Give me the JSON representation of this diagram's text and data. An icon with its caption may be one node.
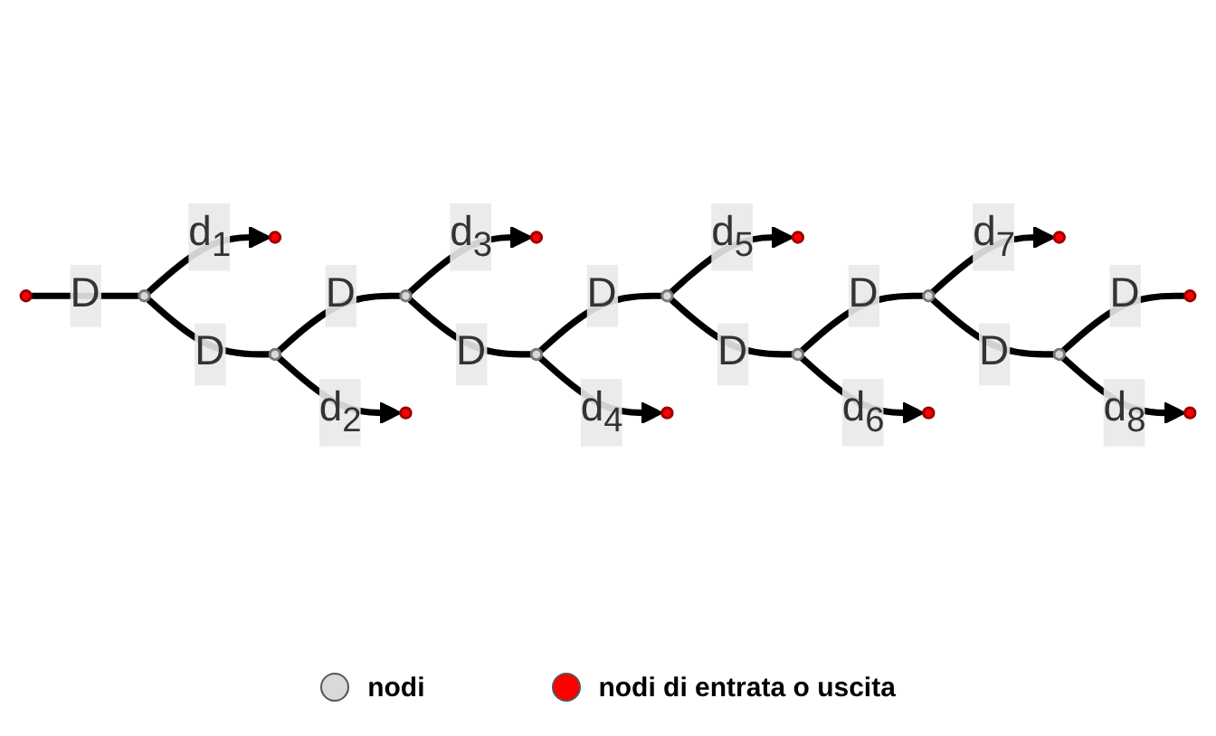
{
  "diagram": {
    "nodes": [
      {
        "text": [],
        "shape": "circle"
      },
      {
        "text": [],
        "shape": "circle"
      },
      {
        "text": [],
        "shape": "circle"
      },
      {
        "text": [],
        "shape": "circle"
      },
      {
        "text": [],
        "shape": "circle"
      },
      {
        "text": [],
        "shape": "circle"
      },
      {
        "text": [],
        "shape": "circle"
      },
      {
        "text": [],
        "shape": "circle"
      },
      {
        "text": [],
        "shape": "circle"
      },
      {
        "text": [],
        "shape": "circle"
      },
      {
        "text": [],
        "shape": "circle"
      },
      {
        "text": [],
        "shape": "circle"
      },
      {
        "text": [],
        "shape": "circle"
      },
      {
        "text": [],
        "shape": "circle"
      },
      {
        "text": [],
        "shape": "circle"
      },
      {
        "text": [],
        "shape": "circle"
      },
      {
        "text": [],
        "shape": "circle"
      },
      {
        "text": [],
        "shape": "circle"
      }
    ],
    "edges": [
      {
        "from": 4,
        "to": 5,
        "arrow": "none",
        "label": "D"
      },
      {
        "from": 5,
        "to": 6,
        "arrow": "none",
        "label": "D"
      },
      {
        "from": 6,
        "to": 7,
        "arrow": "none",
        "label": "D"
      },
      {
        "from": 7,
        "to": 8,
        "arrow": "none",
        "label": "D"
      },
      {
        "from": 8,
        "to": 9,
        "arrow": "none",
        "label": "D"
      },
      {
        "from": 9,
        "to": 10,
        "arrow": "none",
        "label": "D"
      },
      {
        "from": 10,
        "to": 11,
        "arrow": "none",
        "label": "D"
      },
      {
        "from": 11,
        "to": 12,
        "arrow": "none",
        "label": "D"
      },
      {
        "from": 12,
        "to": 13,
        "arrow": "none",
        "label": "D"
      },
      {
        "from": 5,
        "to": 0,
        "arrow": "to",
        "label": "d$_{1}$"
      },
      {
        "from": 6,
        "to": 14,
        "arrow": "to",
        "label": "d$_{2}$"
      },
      {
        "from": 7,
        "to": 1,
        "arrow": "to",
        "label": "d$_{3}$"
      },
      {
        "from": 8,
        "to": 15,
        "arrow": "to",
        "label": "d$_{4}$"
      },
      {
        "from": 9,
        "to": 2,
        "arrow": "to",
        "label": "d$_{5}$"
      },
      {
        "from": 10,
        "to": 16,
        "arrow": "to",
        "label": "d$_{6}$"
      },
      {
        "from": 11,
        "to": 3,
        "arrow": "to",
        "label": "d$_{7}$"
      },
      {
        "from": 12,
        "to": 17,
        "arrow": "to",
        "label": "d$_{8}$"
      }
    ],
    "legend": [
      {
        "text": "nodi",
        "color": "#d9d9d9"
      },
      {
        "text": "nodi di entrata o uscita",
        "color": "#ff0000"
      }
    ]
  }
}
